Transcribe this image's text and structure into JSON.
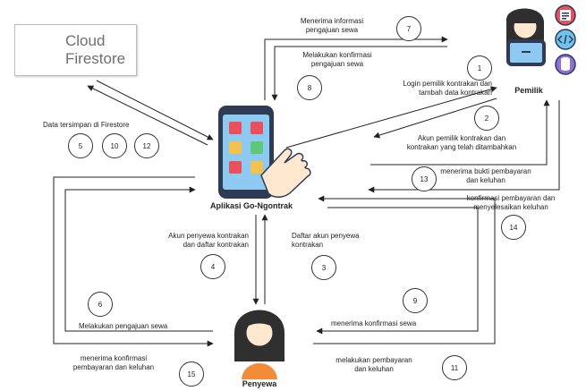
{
  "nodes": {
    "firestore": {
      "line1": "Cloud",
      "line2": "Firestore"
    },
    "app": {
      "label": "Aplikasi Go-Ngontrak"
    },
    "owner": {
      "label": "Pemilik"
    },
    "tenant": {
      "label": "Penyewa"
    }
  },
  "edges": {
    "e1": {
      "line1": "Login pemilik kontrakan dan",
      "line2": "tambah data kontrakan",
      "step": "1"
    },
    "e2": {
      "line1": "Akun pemilik kontrakan dan",
      "line2": "kontrakan yang telah ditambahkan",
      "step": "2"
    },
    "e3": {
      "line1": "Daftar akun penyewa",
      "line2": "kontrakan",
      "step": "3"
    },
    "e4": {
      "line1": "Akun penyewa kontrakan",
      "line2": "dan daftar kontrakan",
      "step": "4"
    },
    "e6": {
      "line1": "Melakukan pengajuan sewa",
      "step": "6"
    },
    "e7": {
      "line1": "Menerima informasi",
      "line2": "pengajuan sewa",
      "step": "7"
    },
    "e8": {
      "line1": "Melakukan konfirmasi",
      "line2": "pengajuan sewa",
      "step": "8"
    },
    "e9": {
      "line1": "menerima konfirmasi sewa",
      "step": "9"
    },
    "e11": {
      "line1": "melakukan pembayaran",
      "line2": "dan keluhan",
      "step": "11"
    },
    "e13": {
      "line1": "menerima bukti pembayaran",
      "line2": "dan keluhan",
      "step": "13"
    },
    "e14": {
      "line1": "konfirmasi pembayaran dan",
      "line2": "menyelesaikan keluhan",
      "step": "14"
    },
    "e15": {
      "line1": "menerima konfirmasi",
      "line2": "pembayaran dan keluhan",
      "step": "15"
    },
    "store": {
      "line1": "Data tersimpan di Firestore",
      "steps": [
        "5",
        "10",
        "12"
      ]
    }
  },
  "colors": {
    "arrow": "#222222",
    "tile_red": "#e8505b",
    "tile_yellow": "#f2c14e",
    "tile_green": "#5cc878",
    "phone_frame": "#2f3b52",
    "phone_screen": "#8ec9f2",
    "firebase_orange": "#f5820d",
    "firebase_yellow": "#ffca28"
  }
}
